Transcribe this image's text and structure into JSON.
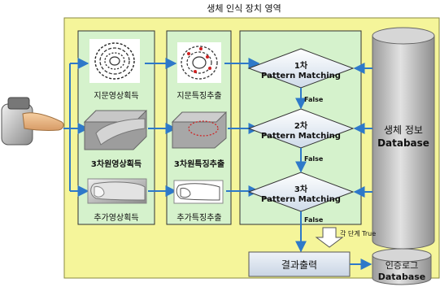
{
  "title": "생체 인식 장치 영역",
  "acquisition_labels": [
    "지문영상획득",
    "3차원영상획득",
    "추가영상획득"
  ],
  "extraction_labels": [
    "지문특징추출",
    "3차원특징추출",
    "추가특징추출"
  ],
  "matching": [
    {
      "stage": "1차",
      "text": "Pattern Matching"
    },
    {
      "stage": "2차",
      "text": "Pattern Matching"
    },
    {
      "stage": "3차",
      "text": "Pattern Matching"
    }
  ],
  "false_label": "False",
  "true_label": "각 단계 True",
  "result_output": "결과출력",
  "bio_database": {
    "line1": "생체 정보",
    "line2": "Database"
  },
  "auth_database": {
    "line1": "인증로그",
    "line2": "Database"
  },
  "colors": {
    "panel": "#f5f59a",
    "column": "#d5f2cc",
    "arrow": "#2e79c9",
    "diamond": "#e8eef6",
    "cylinder": "#c0c0c0"
  }
}
